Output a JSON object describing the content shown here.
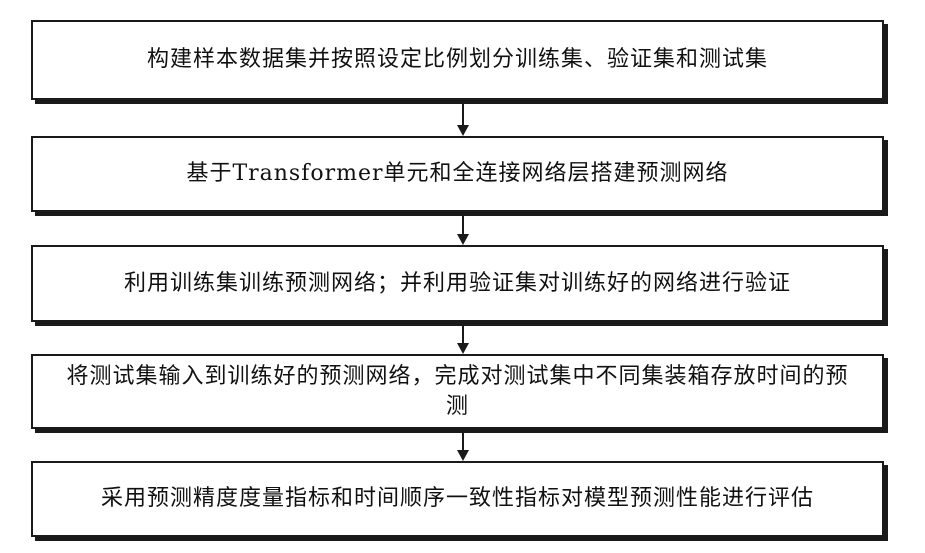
{
  "flowchart": {
    "steps": [
      {
        "text": "构建样本数据集并按照设定比例划分训练集、验证集和测试集"
      },
      {
        "text": "基于Transformer单元和全连接网络层搭建预测网络"
      },
      {
        "text": "利用训练集训练预测网络；并利用验证集对训练好的网络进行验证"
      },
      {
        "text": "将测试集输入到训练好的预测网络，完成对测试集中不同集装箱存放时间的预测"
      },
      {
        "text": "采用预测精度度量指标和时间顺序一致性指标对模型预测性能进行评估"
      }
    ],
    "colors": {
      "border": "#1a1a1a",
      "background": "#ffffff",
      "text": "#111111"
    }
  }
}
